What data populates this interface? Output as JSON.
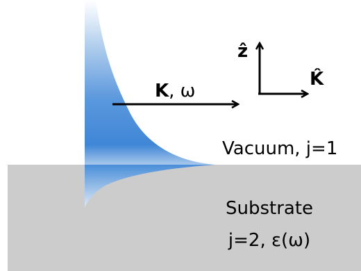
{
  "diagram": {
    "wavevector_label": {
      "bold_part": "K",
      "rest": ", ω"
    },
    "axis_labels": {
      "vertical": "ẑ",
      "horizontal": "K̂"
    },
    "regions": {
      "vacuum": "Vacuum, j=1",
      "substrate_line1": "Substrate",
      "substrate_line2": "j=2, ε(ω)"
    },
    "colors": {
      "substrate": "#cccccc",
      "wave_profile": "#3f86d6",
      "arrows": "#000000"
    }
  }
}
